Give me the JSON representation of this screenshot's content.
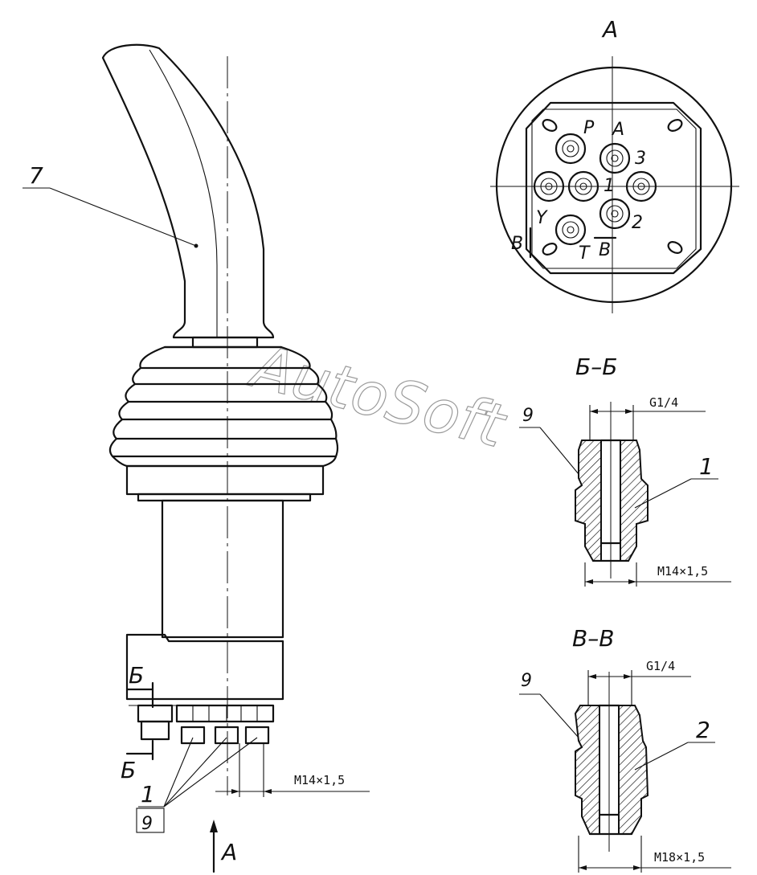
{
  "watermark": "AutoSoft",
  "labels": {
    "part_handle": "7",
    "part_fitting_a": "1",
    "part_seal": "9",
    "part_fitting_b": "2",
    "section_mark_b": "Б",
    "view_mark": "A"
  },
  "view_a": {
    "title": "A",
    "ports": [
      "P",
      "A",
      "3",
      "1",
      "Y",
      "2",
      "T",
      "B"
    ],
    "section_marks": [
      "B",
      "B"
    ]
  },
  "section_bb": {
    "title": "Б–Б",
    "top_thread": "G1/4",
    "bottom_thread": "M14×1,5",
    "seal_label": "9",
    "part_label": "1"
  },
  "section_vv": {
    "title": "В–В",
    "top_thread": "G1/4",
    "bottom_thread": "M18×1,5",
    "seal_label": "9",
    "part_label": "2"
  },
  "main_view": {
    "thread_note": "M14×1,5",
    "fitting_label": "1",
    "seal_label": "9",
    "view_arrow_label": "A"
  }
}
